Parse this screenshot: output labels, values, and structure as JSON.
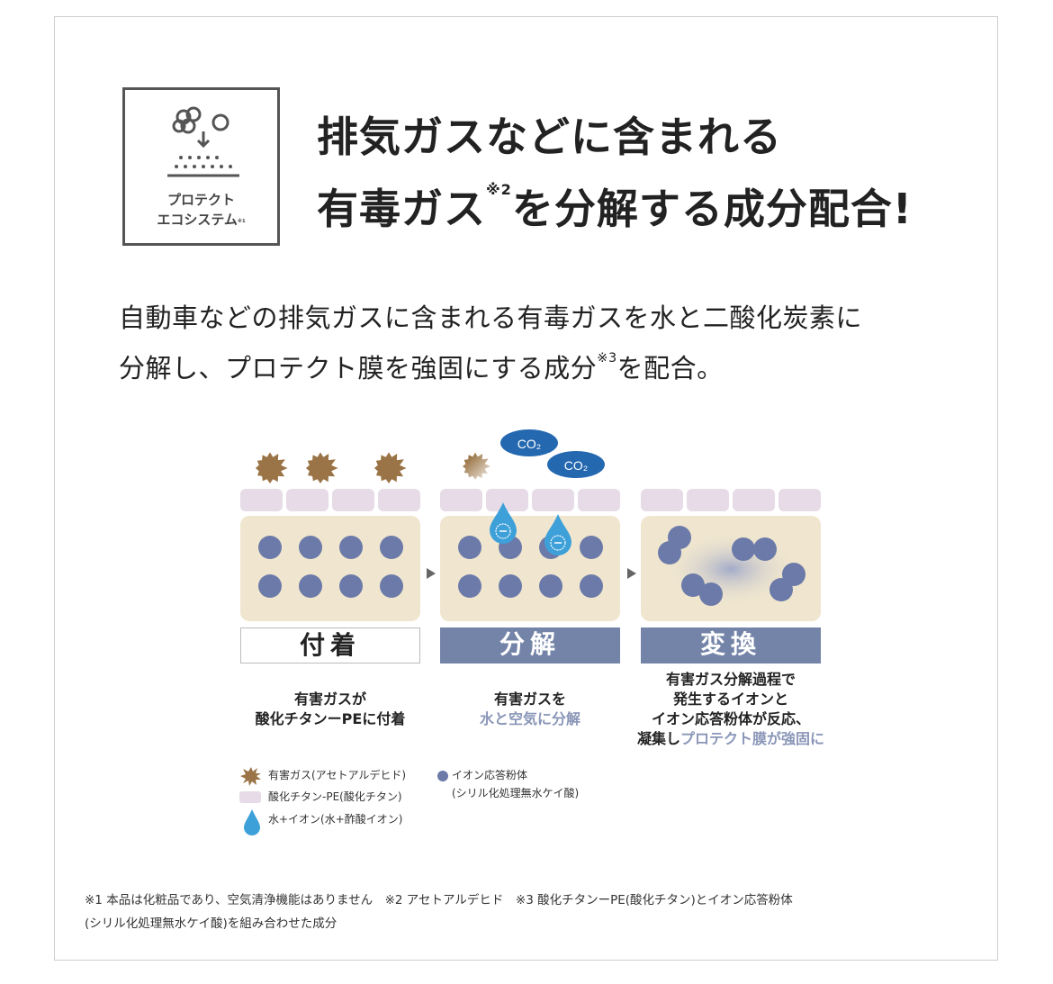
{
  "icon_box": {
    "line1": "プロテクト",
    "line2": "エコシステム",
    "sup": "※1"
  },
  "title": {
    "line1": "排気ガスなどに含まれる",
    "line2_a": "有毒ガス",
    "line2_sup": "※2",
    "line2_b": "を分解する成分配合!"
  },
  "body": {
    "line1": "自動車などの排気ガスに含まれる有毒ガスを水と二酸化炭素に",
    "line2_a": "分解し、プロテクト膜を強固にする成分",
    "line2_sup": "※3",
    "line2_b": "を配合。"
  },
  "diagram": {
    "co2_label": "CO₂",
    "steps": [
      {
        "label": "付着",
        "desc": [
          "有害ガスが",
          "酸化チタンーPEに付着"
        ]
      },
      {
        "label": "分解",
        "desc": [
          "有害ガスを"
        ],
        "desc_highlight": "水と空気に分解"
      },
      {
        "label": "変換",
        "desc": [
          "有害ガス分解過程で",
          "発生するイオンと",
          "イオン応答粉体が反応、"
        ],
        "desc_last_a": "凝集し",
        "desc_last_highlight": "プロテクト膜が強固に"
      }
    ]
  },
  "legend": {
    "gas": "有害ガス(アセトアルデヒド)",
    "titanium": "酸化チタン-PE(酸化チタン)",
    "water": "水+イオン(水+酢酸イオン)",
    "powder_1": "イオン応答粉体",
    "powder_2": "(シリル化処理無水ケイ酸)"
  },
  "notes": {
    "line1": "※1 本品は化粧品であり、空気清浄機能はありません　※2 アセトアルデヒド　※3 酸化チタンーPE(酸化チタン)とイオン応答粉体",
    "line2": "(シリル化処理無水ケイ酸)を組み合わせた成分"
  },
  "colors": {
    "gas": "#9a7446",
    "tile": "#e6dbe6",
    "panel": "#f0e6cf",
    "dot": "#6b7aa8",
    "step": "#7484a8",
    "water": "#3ea0d8",
    "co2": "#2468b0"
  }
}
